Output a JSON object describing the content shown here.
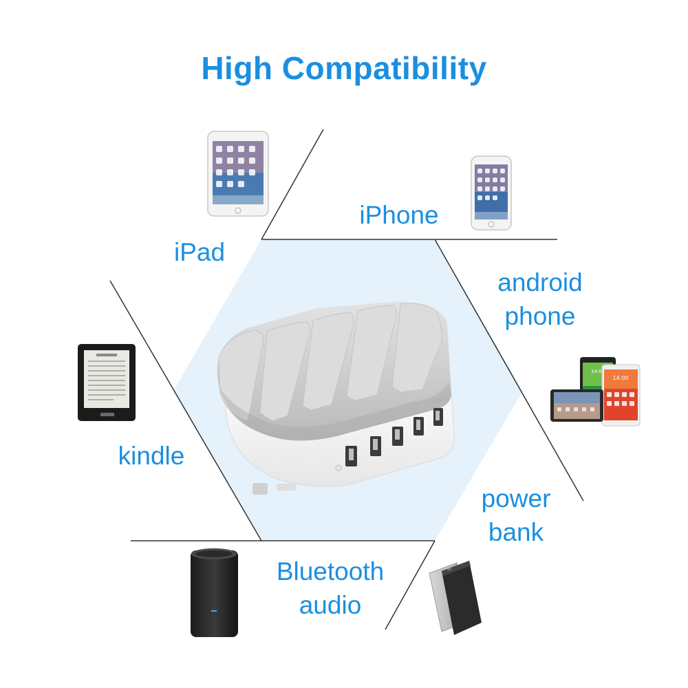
{
  "title": "High Compatibility",
  "devices": {
    "ipad": "iPad",
    "iphone": "iPhone",
    "android": [
      "android",
      "phone"
    ],
    "kindle": "kindle",
    "power_bank": [
      "power",
      "bank"
    ],
    "bluetooth_audio": [
      "Bluetooth",
      "audio"
    ]
  },
  "colors": {
    "accent": "#1a8fe0",
    "hexagon_fill": "#e5f2fb",
    "divider": "#333333"
  },
  "icons": [
    "ipad-image",
    "iphone-image",
    "android-phones-image",
    "kindle-image",
    "power-bank-image",
    "bluetooth-speaker-image",
    "charging-station-image"
  ]
}
